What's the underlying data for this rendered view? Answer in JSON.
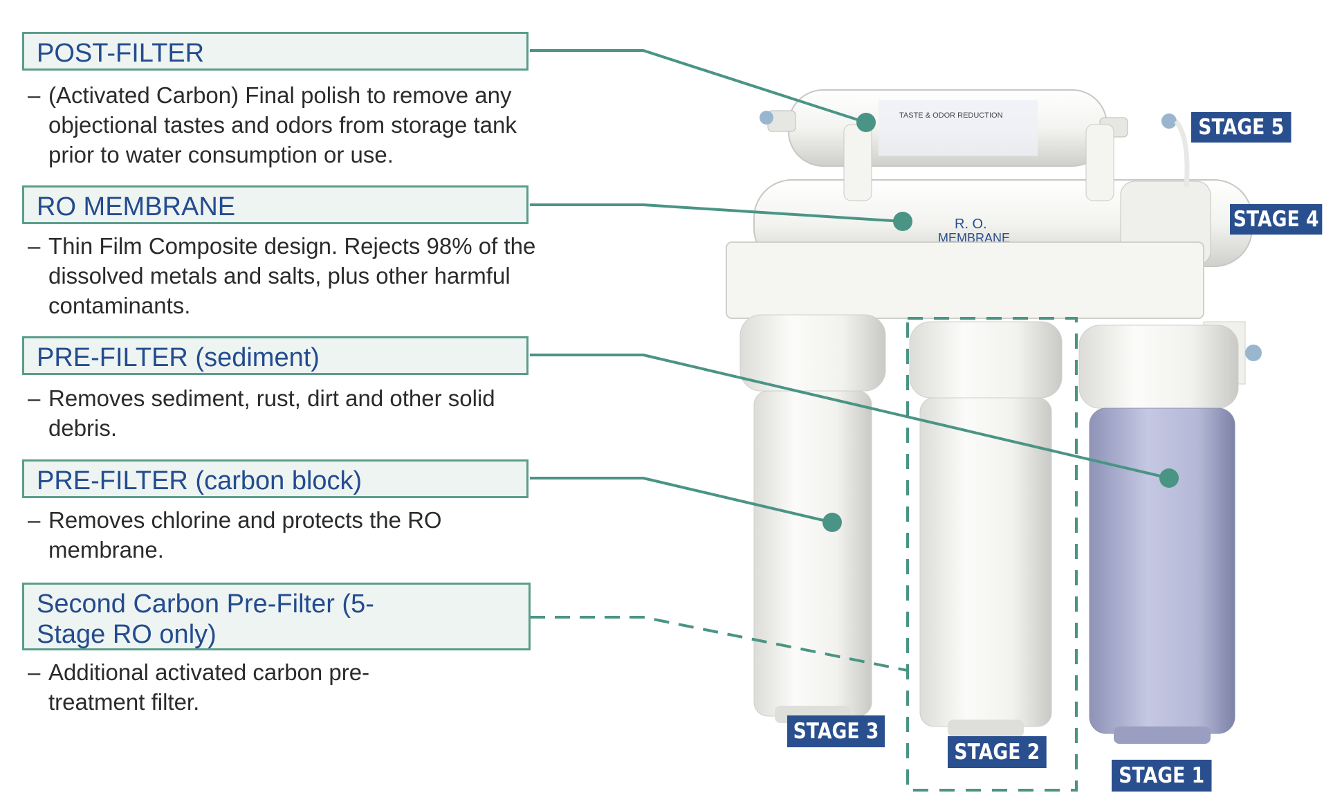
{
  "callouts": [
    {
      "title": "POST-FILTER",
      "desc": "(Activated Carbon) Final polish to remove any objectional tastes and odors from storage tank prior to water consumption or use."
    },
    {
      "title": "RO MEMBRANE",
      "desc": "Thin Film Composite design. Rejects 98% of the dissolved metals and salts, plus other harmful contaminants."
    },
    {
      "title": "PRE-FILTER (sediment)",
      "desc": "Removes sediment, rust, dirt and other solid debris."
    },
    {
      "title": "PRE-FILTER (carbon block)",
      "desc": "Removes chlorine and protects the RO membrane."
    },
    {
      "title": "Second Carbon Pre-Filter (5-Stage RO only)",
      "desc": "Additional activated carbon pre-treatment filter."
    }
  ],
  "dash": "–",
  "stages": [
    "STAGE 5",
    "STAGE 4",
    "STAGE 3",
    "STAGE 2",
    "STAGE 1"
  ],
  "product_labels": {
    "post_filter_label": "TASTE & ODOR REDUCTION",
    "membrane_label_1": "R. O.",
    "membrane_label_2": "MEMBRANE"
  },
  "colors": {
    "leader": "#4a9485",
    "box_border": "#5a9c8c",
    "box_fill": "#eef4f1",
    "title_text": "#234b8f",
    "stage_badge": "#2a4f8e"
  }
}
